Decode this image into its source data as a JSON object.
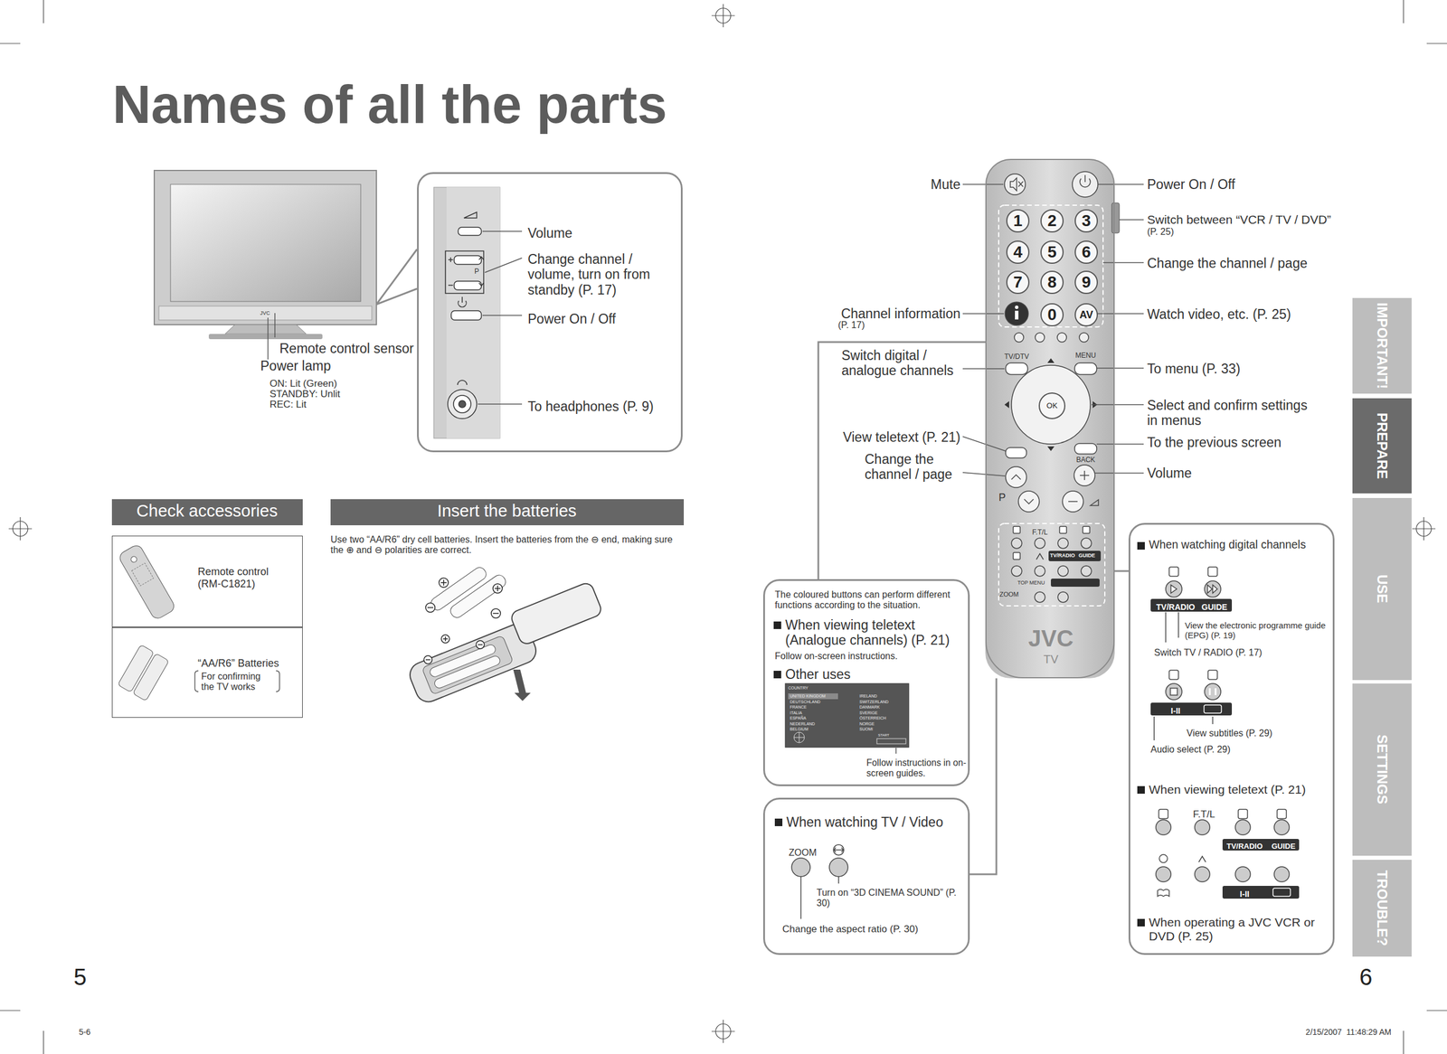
{
  "diagram": {
    "title": "Names of all the parts",
    "nodes": [
      {
        "text": [
          "Check accessories"
        ]
      },
      {
        "text": [
          "Remote control (RM-C1821)"
        ]
      },
      {
        "text": [
          "“AA/R6” Batteries",
          "For confirming the TV works"
        ]
      },
      {
        "text": [
          "Insert the batteries"
        ]
      },
      {
        "text": [
          "Volume",
          "Change channel / volume, turn on from standby (P. 17)",
          "Power On / Off",
          "To headphones (P. 9)"
        ]
      },
      {
        "text": [
          "JVC",
          "TV"
        ]
      },
      {
        "text": [
          "1"
        ],
        "in": 5
      },
      {
        "text": [
          "2"
        ],
        "in": 5
      },
      {
        "text": [
          "3"
        ],
        "in": 5
      },
      {
        "text": [
          "4"
        ],
        "in": 5
      },
      {
        "text": [
          "5"
        ],
        "in": 5
      },
      {
        "text": [
          "6"
        ],
        "in": 5
      },
      {
        "text": [
          "7"
        ],
        "in": 5
      },
      {
        "text": [
          "8"
        ],
        "in": 5
      },
      {
        "text": [
          "9"
        ],
        "in": 5
      },
      {
        "text": [
          "0"
        ],
        "in": 5
      },
      {
        "text": [
          "AV"
        ],
        "in": 5
      },
      {
        "text": [
          "OK"
        ],
        "in": 5
      },
      {
        "text": [
          "The coloured buttons can perform different functions according to the situation.",
          "When viewing teletext (Analogue channels) (P. 21)",
          "Follow on-screen instructions.",
          "Other uses",
          "Follow instructions in on-screen guides."
        ]
      },
      {
        "text": [
          "When watching TV / Video",
          "ZOOM",
          "Turn on “3D CINEMA SOUND” (P. 30)",
          "Change the aspect ratio (P. 30)"
        ]
      },
      {
        "text": [
          "When watching digital channels",
          "TV/RADIO",
          "GUIDE",
          "View the electronic programme guide (EPG) (P. 19)",
          "Switch TV / RADIO (P. 17)",
          "I-II",
          "View subtitles (P. 29)",
          "Audio select (P. 29)",
          "When viewing teletext (P. 21)",
          "F.T/L",
          "TV/RADIO",
          "GUIDE",
          "I-II",
          "When operating a JVC VCR or DVD (P. 25)"
        ]
      },
      {
        "text": [
          "IMPORTANT!"
        ]
      },
      {
        "text": [
          "PREPARE"
        ]
      },
      {
        "text": [
          "USE"
        ]
      },
      {
        "text": [
          "SETTINGS"
        ]
      },
      {
        "text": [
          "TROUBLE?"
        ]
      }
    ],
    "edges": [
      {
        "from": 5,
        "to": 18,
        "arrow": "none"
      },
      {
        "from": 5,
        "to": 19,
        "arrow": "none"
      },
      {
        "from": 5,
        "to": 20,
        "arrow": "none"
      }
    ],
    "labels": [
      "Remote control sensor",
      "Power lamp",
      "ON: Lit (Green)",
      "STANDBY: Unlit",
      "REC: Lit",
      "JVC",
      "P",
      "Use two “AA/R6” dry cell batteries. Insert the batteries from the ⊖ end, making sure the ⊕ and ⊖ polarities are correct.",
      "Mute",
      "Channel information",
      "(P. 17)",
      "Switch digital / analogue channels",
      "View teletext (P. 21)",
      "Change the channel / page",
      "Power On / Off",
      "Switch between “VCR / TV / DVD”",
      "(P. 25)",
      "Change the channel / page",
      "Watch video, etc. (P. 25)",
      "To menu (P. 33)",
      "Select and confirm settings in menus",
      "To the previous screen",
      "Volume",
      "TV/DTV",
      "MENU",
      "BACK",
      "P",
      "F.T/L",
      "TV/RADIO",
      "GUIDE",
      "TOP MENU",
      "ZOOM",
      "COUNTRY",
      "UNITED KINGDOM",
      "DEUTSCHLAND",
      "FRANCE",
      "ITALIA",
      "ESPAÑA",
      "NEDERLAND",
      "BELGIUM",
      "IRELAND",
      "SWITZERLAND",
      "DANMARK",
      "SVERIGE",
      "ÖSTERREICH",
      "NORGE",
      "SUOMI",
      "START",
      "5",
      "6",
      "5-6",
      "2/15/2007  11:48:29 AM"
    ]
  }
}
